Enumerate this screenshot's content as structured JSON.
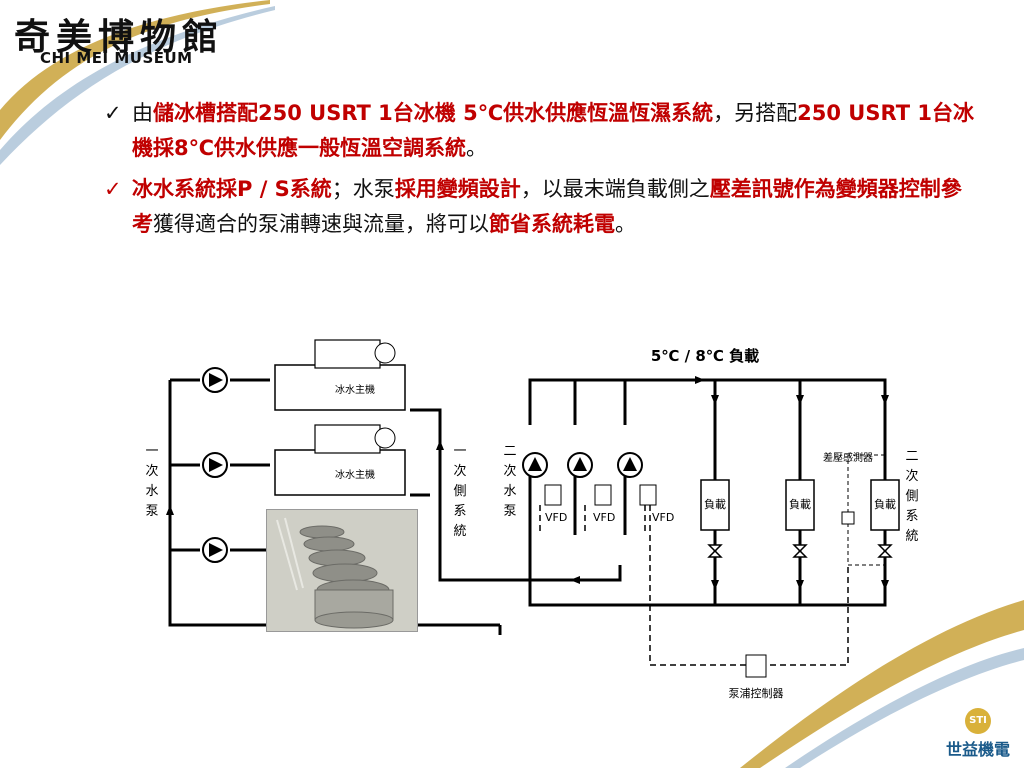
{
  "header": {
    "logo_cn": "奇美博物館",
    "logo_en": "CHI MEI MUSEUM"
  },
  "bullets": [
    {
      "segments": [
        {
          "text": "由",
          "hl": false
        },
        {
          "text": "儲冰槽搭配250 USRT 1台冰機 5℃供水供應恆溫恆濕系統",
          "hl": true
        },
        {
          "text": "，另搭配",
          "hl": false
        },
        {
          "text": "250 USRT 1台冰機採8℃供水供應一般恆溫空調系統",
          "hl": true
        },
        {
          "text": "。",
          "hl": false
        }
      ]
    },
    {
      "segments": [
        {
          "text": "冰水系統採P / S系統",
          "hl": true
        },
        {
          "text": "；水泵",
          "hl": false
        },
        {
          "text": "採用變頻設計",
          "hl": true
        },
        {
          "text": "，以最末端負載側之",
          "hl": false
        },
        {
          "text": "壓差訊號作為變頻器控制參考",
          "hl": true
        },
        {
          "text": "獲得適合的泵浦轉速與流量，將可以",
          "hl": false
        },
        {
          "text": "節省系統耗電",
          "hl": true
        },
        {
          "text": "。",
          "hl": false
        }
      ]
    }
  ],
  "diagram": {
    "load_temp_label": "5℃ / 8℃ 負載",
    "chiller_label": "冰水主機",
    "primary_pump_label": "一次水泵",
    "primary_side_label": "一次側系統",
    "secondary_pump_label": "二次水泵",
    "secondary_side_label": "二次側系統",
    "vfd_label": "VFD",
    "load_label": "負載",
    "dp_sensor_label": "差壓感測器",
    "pump_controller_label": "泵浦控制器"
  },
  "brand": {
    "circle_text": "STI",
    "name": "世益機電"
  },
  "colors": {
    "highlight": "#c00000",
    "swoosh": "#c9a23a",
    "brand_blue": "#1a5a8a"
  }
}
